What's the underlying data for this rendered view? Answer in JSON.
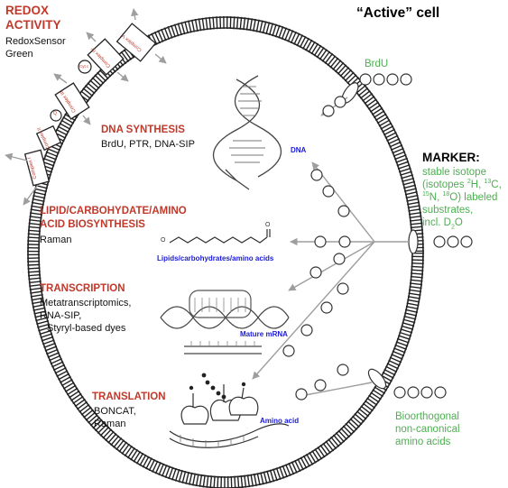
{
  "title": "“Active” cell",
  "redox": {
    "heading_line1": "REDOX",
    "heading_line2": "ACTIVITY",
    "method_line1": "RedoxSensor",
    "method_line2": "Green"
  },
  "complexes": [
    "Complex I",
    "Complex II",
    "Complex III",
    "Complex IV",
    "Complex V"
  ],
  "carriers": [
    "Q",
    "Cyt c"
  ],
  "dna": {
    "heading": "DNA SYNTHESIS",
    "methods": "BrdU, PTR, DNA-SIP",
    "product": "DNA"
  },
  "lipid": {
    "heading_line1": "LIPID/CARBOHYDATE/AMINO",
    "heading_line2": "ACID BIOSYNTHESIS",
    "method": "Raman",
    "product": "Lipids/carbohydrates/amino acids",
    "molecule_end_left": "O",
    "molecule_end_right": "O"
  },
  "transcription": {
    "heading": "TRANSCRIPTION",
    "method_line1": "Metatranscriptomics,",
    "method_line2": "RNA-SIP,",
    "method_line3": "Styryl-based dyes",
    "product": "Mature mRNA"
  },
  "translation": {
    "heading": "TRANSLATION",
    "method_line1": "BONCAT,",
    "method_line2": "Raman",
    "product": "Amino acid"
  },
  "marker": {
    "heading": "MARKER:",
    "line1": "stable isotope",
    "line2_pre": "(isotopes ",
    "line2_sup1": "2",
    "line2_mid": "H, ",
    "line2_sup2": "13",
    "line2_post": "C,",
    "line3_sup1": "15",
    "line3_mid": "N, ",
    "line3_sup2": "18",
    "line3_post": "O) labeled",
    "line4": "substrates,",
    "line5_pre": "incl. D",
    "line5_sub": "2",
    "line5_post": "O"
  },
  "brdu": {
    "label": "BrdU"
  },
  "bioorthogonal": {
    "line1": "Bioorthogonal",
    "line2": "non-canonical",
    "line3": "amino acids"
  },
  "colors": {
    "heading_red": "#c0392b",
    "label_blue": "#1a1ad6",
    "marker_green": "#4caf50",
    "arrow_gray": "#9e9e9e",
    "membrane": "#222222"
  }
}
